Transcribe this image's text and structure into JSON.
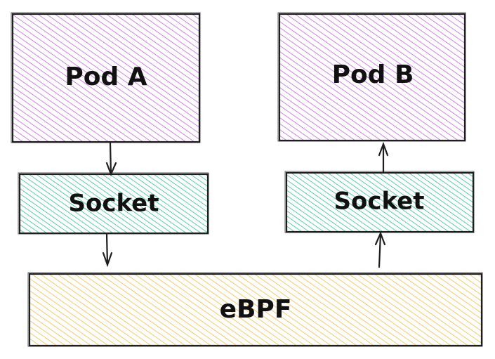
{
  "nodes": {
    "pod_a": {
      "label": "Pod A",
      "color": "#be4bdb"
    },
    "pod_b": {
      "label": "Pod B",
      "color": "#be4bdb"
    },
    "socket_a": {
      "label": "Socket",
      "color": "#12b886"
    },
    "socket_b": {
      "label": "Socket",
      "color": "#12b886"
    },
    "ebpf": {
      "label": "eBPF",
      "color": "#f0b429"
    }
  },
  "edges": [
    {
      "from": "pod_a",
      "to": "socket_a"
    },
    {
      "from": "socket_a",
      "to": "ebpf"
    },
    {
      "from": "ebpf",
      "to": "socket_b"
    },
    {
      "from": "socket_b",
      "to": "pod_b"
    }
  ],
  "style": {
    "stroke": "#1e1e1e",
    "fill_style": "hachure"
  }
}
